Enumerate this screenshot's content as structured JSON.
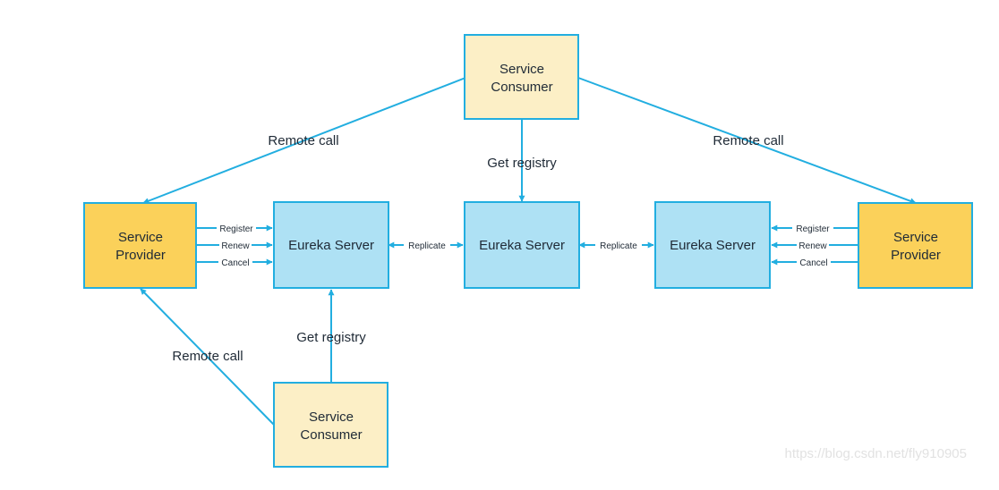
{
  "colors": {
    "consumer_fill": "#fcefc6",
    "provider_fill": "#fbd15a",
    "server_fill": "#aee1f4",
    "stroke": "#22aee0",
    "text": "#1f2a36"
  },
  "nodes": {
    "consumer_top": {
      "line1": "Service",
      "line2": "Consumer"
    },
    "consumer_bottom": {
      "line1": "Service",
      "line2": "Consumer"
    },
    "provider_left": {
      "line1": "Service",
      "line2": "Provider"
    },
    "provider_right": {
      "line1": "Service",
      "line2": "Provider"
    },
    "server_left": {
      "label": "Eureka Server"
    },
    "server_center": {
      "label": "Eureka Server"
    },
    "server_right": {
      "label": "Eureka Server"
    }
  },
  "edges": {
    "remote_call_top_left": "Remote call",
    "remote_call_top_right": "Remote call",
    "remote_call_bottom": "Remote call",
    "get_registry_top": "Get registry",
    "get_registry_bottom": "Get registry",
    "replicate_left": "Replicate",
    "replicate_right": "Replicate",
    "left_register": "Register",
    "left_renew": "Renew",
    "left_cancel": "Cancel",
    "right_register": "Register",
    "right_renew": "Renew",
    "right_cancel": "Cancel"
  },
  "watermark": "https://blog.csdn.net/fly910905"
}
